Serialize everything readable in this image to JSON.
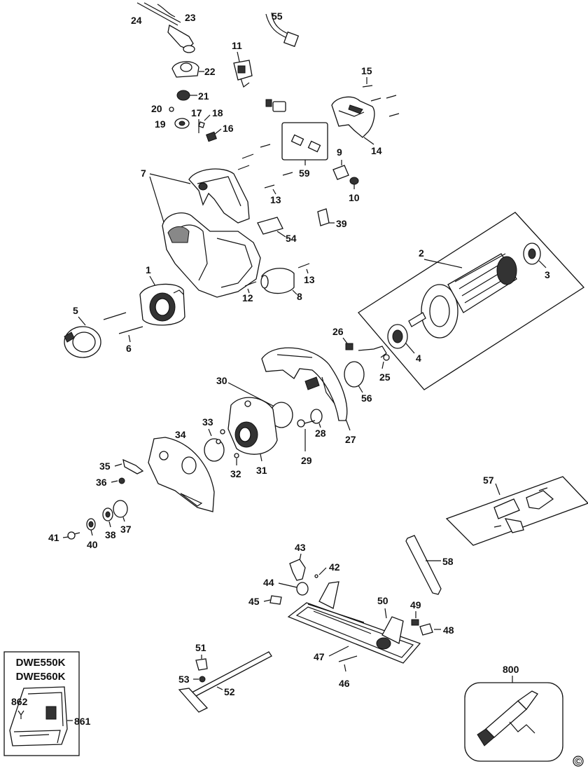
{
  "labels": {
    "p1": "1",
    "p2": "2",
    "p3": "3",
    "p4": "4",
    "p5": "5",
    "p6": "6",
    "p7": "7",
    "p8": "8",
    "p9": "9",
    "p10": "10",
    "p11": "11",
    "p12": "12",
    "p13a": "13",
    "p13b": "13",
    "p14": "14",
    "p15": "15",
    "p16": "16",
    "p17": "17",
    "p18": "18",
    "p19": "19",
    "p20": "20",
    "p21": "21",
    "p22": "22",
    "p23": "23",
    "p24": "24",
    "p25": "25",
    "p26": "26",
    "p27": "27",
    "p28": "28",
    "p29": "29",
    "p30": "30",
    "p31": "31",
    "p32": "32",
    "p33": "33",
    "p34": "34",
    "p35": "35",
    "p36": "36",
    "p37": "37",
    "p38": "38",
    "p39": "39",
    "p40": "40",
    "p41": "41",
    "p42": "42",
    "p43": "43",
    "p44": "44",
    "p45": "45",
    "p46": "46",
    "p47": "47",
    "p48": "48",
    "p49": "49",
    "p50": "50",
    "p51": "51",
    "p52": "52",
    "p53": "53",
    "p54": "54",
    "p55": "55",
    "p56": "56",
    "p57": "57",
    "p58": "58",
    "p59": "59",
    "p800": "800",
    "p861": "861",
    "p862": "862"
  },
  "kit_box": {
    "model_1": "DWE550K",
    "model_2": "DWE560K"
  },
  "copyright_symbol": "©"
}
